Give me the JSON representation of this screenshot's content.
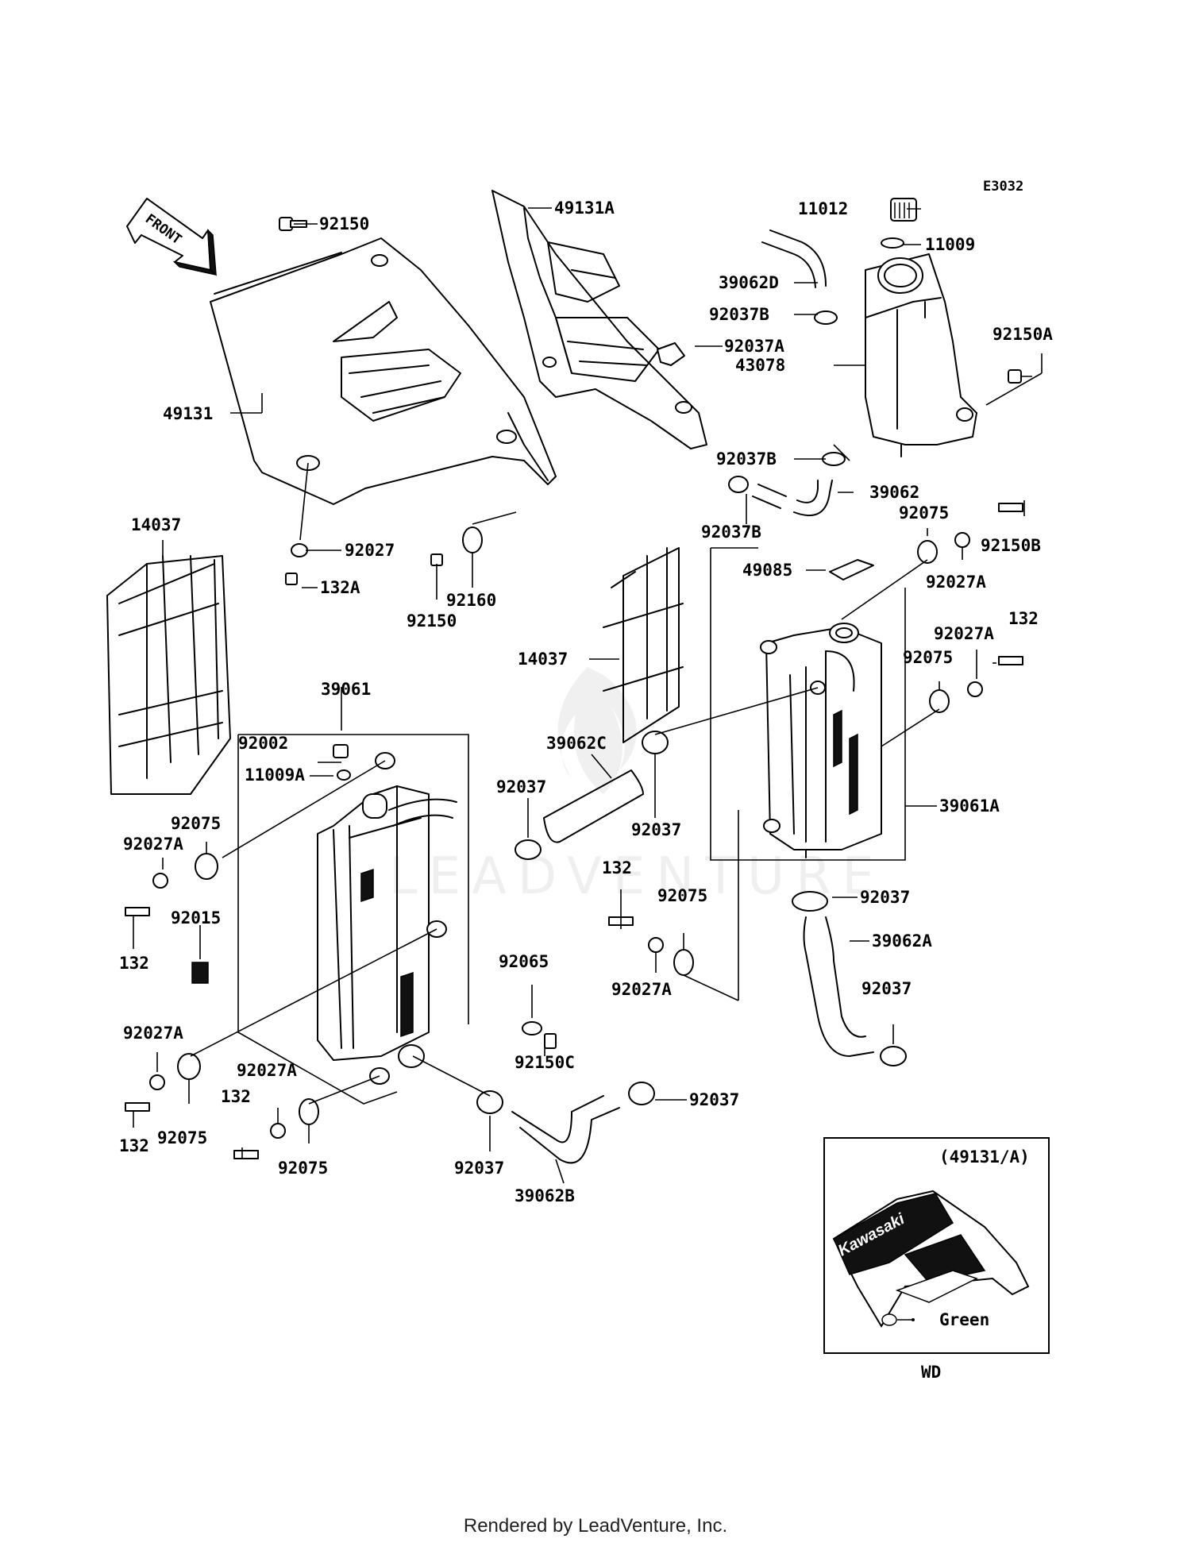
{
  "diagram": {
    "code": "E3032",
    "front_label": "FRONT",
    "watermark": "LEADVENTURE",
    "inset": {
      "ref": "(49131/A)",
      "decal": "Kawasaki",
      "color_label": "Green",
      "caption": "WD"
    },
    "footer": "Rendered by LeadVenture, Inc.",
    "parts": [
      "92150",
      "49131A",
      "11012",
      "11009",
      "39062D",
      "92037B",
      "92037A",
      "43078",
      "92150A",
      "49131",
      "92037B",
      "39062",
      "92037B",
      "14037",
      "92027",
      "92160",
      "92150",
      "132A",
      "92075",
      "92150B",
      "49085",
      "92027A",
      "14037",
      "132",
      "92027A",
      "92075",
      "39061",
      "92002",
      "11009A",
      "39062C",
      "92037",
      "92037",
      "92075",
      "92027A",
      "39061A",
      "132",
      "92015",
      "132",
      "92037",
      "92075",
      "92027A",
      "39062A",
      "92065",
      "92037",
      "92150C",
      "92027A",
      "92027A",
      "132",
      "92037",
      "92075",
      "132",
      "92075",
      "92037",
      "39062B"
    ]
  }
}
